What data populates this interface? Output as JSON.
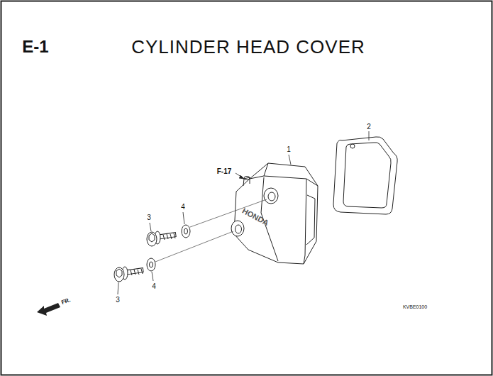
{
  "diagram": {
    "title": "CYLINDER HEAD COVER",
    "labels": [
      "E-1",
      "1",
      "2",
      "F-17",
      "4",
      "3",
      "4",
      "3",
      "HONDA",
      "FR.",
      "KVBE0100"
    ]
  }
}
